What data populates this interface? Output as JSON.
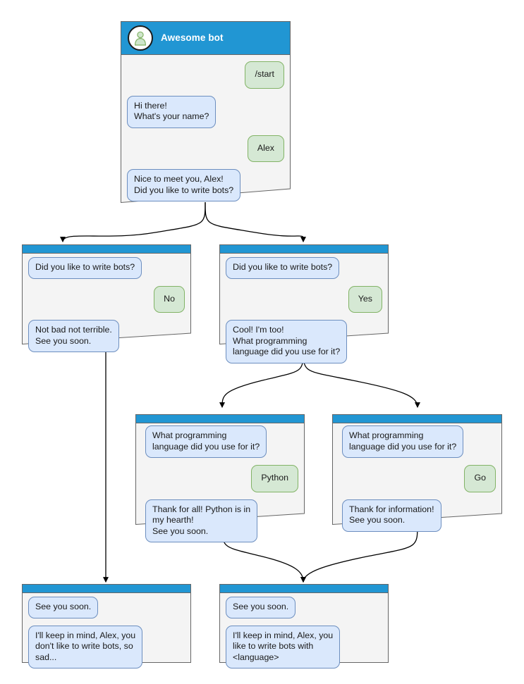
{
  "diagram": {
    "kind": "chatbot-conversation-flow",
    "colors": {
      "header_blue": "#2196d3",
      "card_background": "#f4f4f4",
      "card_border": "#666666",
      "bot_bubble_fill": "#dae8fc",
      "bot_bubble_border": "#6c8ebf",
      "user_bubble_fill": "#d5e8d4",
      "user_bubble_border": "#82b366",
      "edge_stroke": "#000000",
      "title_text": "#ffffff"
    }
  },
  "cards": {
    "root": {
      "title": "Awesome bot",
      "avatar_icon": "person-avatar-icon",
      "messages": [
        {
          "side": "right",
          "sender": "user",
          "text": "/start"
        },
        {
          "side": "left",
          "sender": "bot",
          "text": "Hi there!\nWhat's your name?"
        },
        {
          "side": "right",
          "sender": "user",
          "text": "Alex"
        },
        {
          "side": "left",
          "sender": "bot",
          "text": "Nice to meet you, Alex!\nDid you like to write bots?"
        }
      ]
    },
    "no_branch": {
      "messages": [
        {
          "side": "left",
          "sender": "bot",
          "text": "Did you like to write bots?"
        },
        {
          "side": "right",
          "sender": "user",
          "text": "No"
        },
        {
          "side": "left",
          "sender": "bot",
          "text": "Not bad not terrible.\nSee you soon."
        }
      ]
    },
    "yes_branch": {
      "messages": [
        {
          "side": "left",
          "sender": "bot",
          "text": "Did you like to write bots?"
        },
        {
          "side": "right",
          "sender": "user",
          "text": "Yes"
        },
        {
          "side": "left",
          "sender": "bot",
          "text": "Cool! I'm too!\nWhat programming\nlanguage did you use for it?"
        }
      ]
    },
    "python_branch": {
      "messages": [
        {
          "side": "left",
          "sender": "bot",
          "text": "What programming\nlanguage did you use for it?"
        },
        {
          "side": "right",
          "sender": "user",
          "text": "Python"
        },
        {
          "side": "left",
          "sender": "bot",
          "text": "Thank for all! Python is in\nmy hearth!\nSee you soon."
        }
      ]
    },
    "go_branch": {
      "messages": [
        {
          "side": "left",
          "sender": "bot",
          "text": "What programming\nlanguage did you use for it?"
        },
        {
          "side": "right",
          "sender": "user",
          "text": "Go"
        },
        {
          "side": "left",
          "sender": "bot",
          "text": "Thank for information!\nSee you soon."
        }
      ]
    },
    "end_sad": {
      "messages": [
        {
          "side": "left",
          "sender": "bot",
          "text": "See you soon."
        },
        {
          "side": "left",
          "sender": "bot",
          "text": "I'll keep in mind, Alex, you\ndon't like to write bots, so\nsad..."
        }
      ]
    },
    "end_happy": {
      "messages": [
        {
          "side": "left",
          "sender": "bot",
          "text": "See you soon."
        },
        {
          "side": "left",
          "sender": "bot",
          "text": "I'll keep in mind, Alex, you\nlike to write bots with\n<language>"
        }
      ]
    }
  }
}
